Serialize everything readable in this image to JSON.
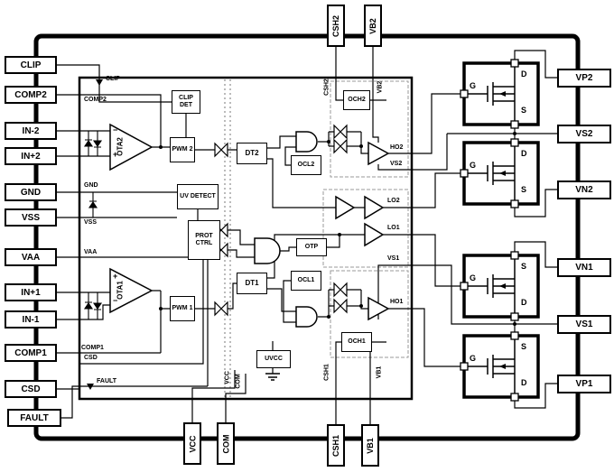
{
  "pins": {
    "left": [
      "CLIP",
      "COMP2",
      "IN-2",
      "IN+2",
      "GND",
      "VSS",
      "VAA",
      "IN+1",
      "IN-1",
      "COMP1",
      "CSD",
      "FAULT"
    ],
    "top": [
      "CSH2",
      "VB2"
    ],
    "bottom": [
      "VCC",
      "COM",
      "CSH1",
      "VB1"
    ],
    "right": [
      "VP2",
      "VS2",
      "VN2",
      "VN1",
      "VS1",
      "VP1"
    ]
  },
  "blocks": {
    "clip_det": "CLIP DET",
    "ota2": "OTA2",
    "pwm2": "PWM 2",
    "uv_detect": "UV DETECT",
    "prot_ctrl": "PROT CTRL",
    "ota1": "OTA1",
    "pwm1": "PWM 1",
    "dt2": "DT2",
    "dt1": "DT1",
    "ocl2": "OCL2",
    "ocl1": "OCL1",
    "otp": "OTP",
    "och2": "OCH2",
    "och1": "OCH1",
    "uvcc": "UVCC"
  },
  "internal_labels": {
    "clip": "CLIP",
    "comp2": "COMP2",
    "gnd": "GND",
    "vss": "VSS",
    "vaa": "VAA",
    "comp1": "COMP1",
    "csd": "CSD",
    "fault": "FAULT",
    "ho2": "HO2",
    "vs2": "VS2",
    "lo2": "LO2",
    "lo1": "LO1",
    "vs1": "VS1",
    "ho1": "HO1",
    "csh2": "CSH2",
    "vb2": "VB2",
    "vcc": "VCC",
    "com": "COM",
    "csh1": "CSH1",
    "vb1": "VB1"
  },
  "opamp_signs": {
    "ota2_top": "−",
    "ota2_bottom": "+",
    "ota1_top": "+",
    "ota1_bottom": "−"
  },
  "mosfet_blocks": [
    {
      "gate": "G",
      "top": "D",
      "bottom": "S"
    },
    {
      "gate": "G",
      "top": "D",
      "bottom": "S"
    },
    {
      "gate": "G",
      "top": "S",
      "bottom": "D"
    },
    {
      "gate": "G",
      "top": "S",
      "bottom": "D"
    }
  ],
  "colors": {
    "line": "#000000",
    "dashed_region": "#999999",
    "section_divider": "#777777",
    "background": "#ffffff"
  }
}
